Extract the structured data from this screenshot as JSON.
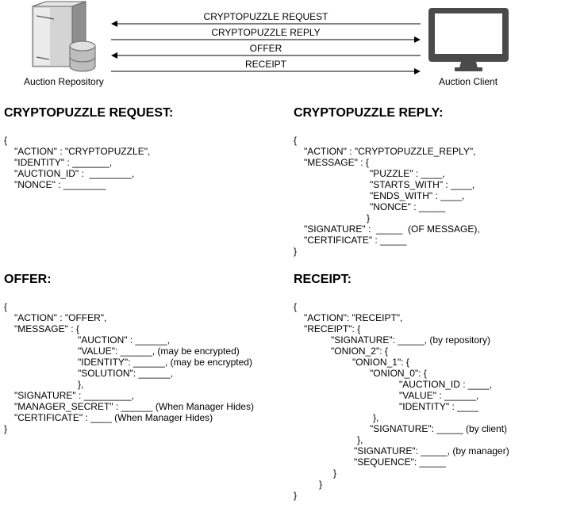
{
  "repository": {
    "label": "Auction Repository"
  },
  "client": {
    "label": "Auction Client"
  },
  "messages": [
    {
      "label": "CRYPTOPUZZLE REQUEST",
      "direction": "to-repository"
    },
    {
      "label": "CRYPTOPUZZLE REPLY",
      "direction": "to-client"
    },
    {
      "label": "OFFER",
      "direction": "to-repository"
    },
    {
      "label": "RECEIPT",
      "direction": "to-client"
    }
  ],
  "sections": {
    "request": {
      "title": "CRYPTOPUZZLE REQUEST:",
      "lines": [
        "{",
        "\"ACTION\" : \"CRYPTOPUZZLE\",",
        "\"IDENTITY\" : _______,",
        "\"AUCTION_ID\" :  ________,",
        "\"NONCE\" : ________"
      ]
    },
    "reply": {
      "title": "CRYPTOPUZZLE REPLY:",
      "lines": [
        "{",
        "\"ACTION\" : \"CRYPTOPUZZLE_REPLY\",",
        "\"MESSAGE\" : {",
        "\"PUZZLE\" : ____,",
        "\"STARTS_WITH\" : ____,",
        "\"ENDS_WITH\" : ____,",
        "\"NONCE\" : _____",
        "}",
        "\"SIGNATURE\" :  _____  (OF MESSAGE),",
        "\"CERTIFICATE\" : _____",
        "}"
      ]
    },
    "offer": {
      "title": "OFFER:",
      "lines": [
        "{",
        "\"ACTION\" : \"OFFER\",",
        "\"MESSAGE\" : {",
        "\"AUCTION\" : ______,",
        "\"VALUE\": ______, (may be encrypted)",
        "\"IDENTITY\": ______, (may be encrypted)",
        "\"SOLUTION\": ______,",
        "},",
        "\"SIGNATURE\" : _________,",
        "\"MANAGER_SECRET\" : ______ (When Manager Hides)",
        "\"CERTIFICATE\" : ____ (When Manager Hides)",
        "}"
      ]
    },
    "receipt": {
      "title": "RECEIPT:",
      "lines": [
        "{",
        "\"ACTION\": \"RECEIPT\",",
        "\"RECEIPT\": {",
        "\"SIGNATURE\": _____, (by repository)",
        "\"ONION_2\": {",
        "\"ONION_1\": {",
        "\"ONION_0\": {",
        "\"AUCTION_ID : ____,",
        "\"VALUE\" : ______,",
        "\"IDENTITY\" : ____",
        "},",
        "\"SIGNATURE\": _____ (by client)",
        "},",
        "\"SIGNATURE\": _____, (by manager)",
        "\"SEQUENCE\": _____",
        "}",
        "}",
        "}"
      ]
    }
  }
}
